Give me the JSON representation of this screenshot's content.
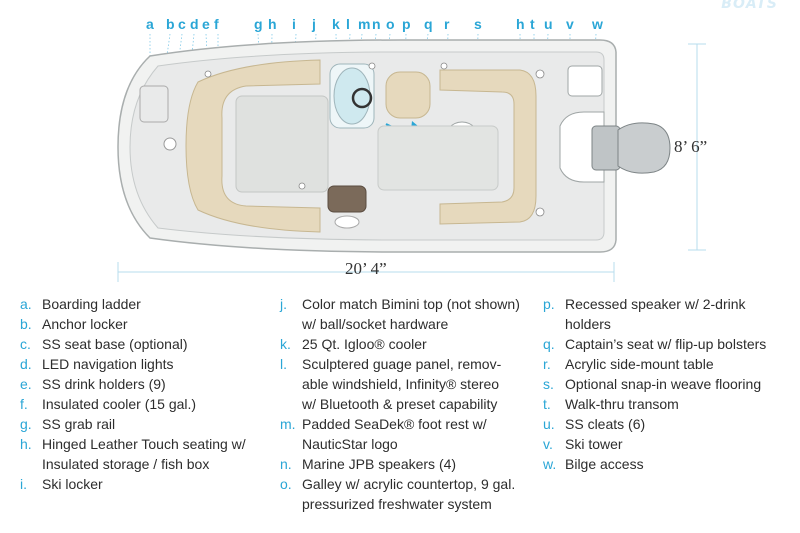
{
  "brand": "BOATS",
  "callout_letters": [
    "a",
    "b",
    "c",
    "d",
    "e",
    "f",
    "g",
    "h",
    "i",
    "j",
    "k",
    "l",
    "m",
    "n",
    "o",
    "p",
    "q",
    "r",
    "s",
    "h",
    "t",
    "u",
    "v",
    "w",
    "a"
  ],
  "dimensions": {
    "length": "20’ 4”",
    "beam": "8’ 6”"
  },
  "legend": {
    "col1": [
      {
        "key": "a.",
        "text": [
          "Boarding ladder"
        ]
      },
      {
        "key": "b.",
        "text": [
          "Anchor locker"
        ]
      },
      {
        "key": "c.",
        "text": [
          "SS seat base (optional)"
        ]
      },
      {
        "key": "d.",
        "text": [
          "LED navigation lights"
        ]
      },
      {
        "key": "e.",
        "text": [
          "SS drink holders (9)"
        ]
      },
      {
        "key": "f.",
        "text": [
          "Insulated cooler (15 gal.)"
        ]
      },
      {
        "key": "g.",
        "text": [
          "SS grab rail"
        ]
      },
      {
        "key": "h.",
        "text": [
          "Hinged Leather Touch seating w/",
          "Insulated storage / fish box"
        ]
      },
      {
        "key": "i.",
        "text": [
          "Ski locker"
        ]
      }
    ],
    "col2": [
      {
        "key": "j.",
        "text": [
          "Color match Bimini top (not shown)",
          "w/ ball/socket hardware"
        ]
      },
      {
        "key": "k.",
        "text": [
          "25 Qt. Igloo® cooler"
        ]
      },
      {
        "key": "l.",
        "text": [
          "Sculptered guage panel, remov-",
          "able windshield, Infinity® stereo",
          "w/ Bluetooth & preset capability"
        ]
      },
      {
        "key": "m.",
        "text": [
          "Padded SeaDek® foot rest w/",
          "NauticStar logo"
        ]
      },
      {
        "key": "n.",
        "text": [
          "Marine JPB speakers (4)"
        ]
      },
      {
        "key": "o.",
        "text": [
          "Galley w/ acrylic countertop, 9 gal.",
          "pressurized freshwater system"
        ]
      }
    ],
    "col3": [
      {
        "key": "p.",
        "text": [
          "Recessed speaker w/ 2-drink",
          "holders"
        ]
      },
      {
        "key": "q.",
        "text": [
          "Captain’s seat w/ flip-up bolsters"
        ]
      },
      {
        "key": "r.",
        "text": [
          "Acrylic side-mount table"
        ]
      },
      {
        "key": "s.",
        "text": [
          "Optional snap-in weave flooring"
        ]
      },
      {
        "key": "t.",
        "text": [
          "Walk-thru transom"
        ]
      },
      {
        "key": "u.",
        "text": [
          "SS cleats (6)"
        ]
      },
      {
        "key": "v.",
        "text": [
          "Ski tower"
        ]
      },
      {
        "key": "w.",
        "text": [
          "Bilge access"
        ]
      }
    ]
  },
  "colors": {
    "accent": "#2aa6d6",
    "text": "#2d2d2d",
    "hull_fill": "#f1f2f1",
    "hull_stroke": "#a9aeae",
    "seat_fill": "#e6d9bd",
    "deck_fill": "#dfe1df",
    "dim_line": "#b7dced"
  }
}
